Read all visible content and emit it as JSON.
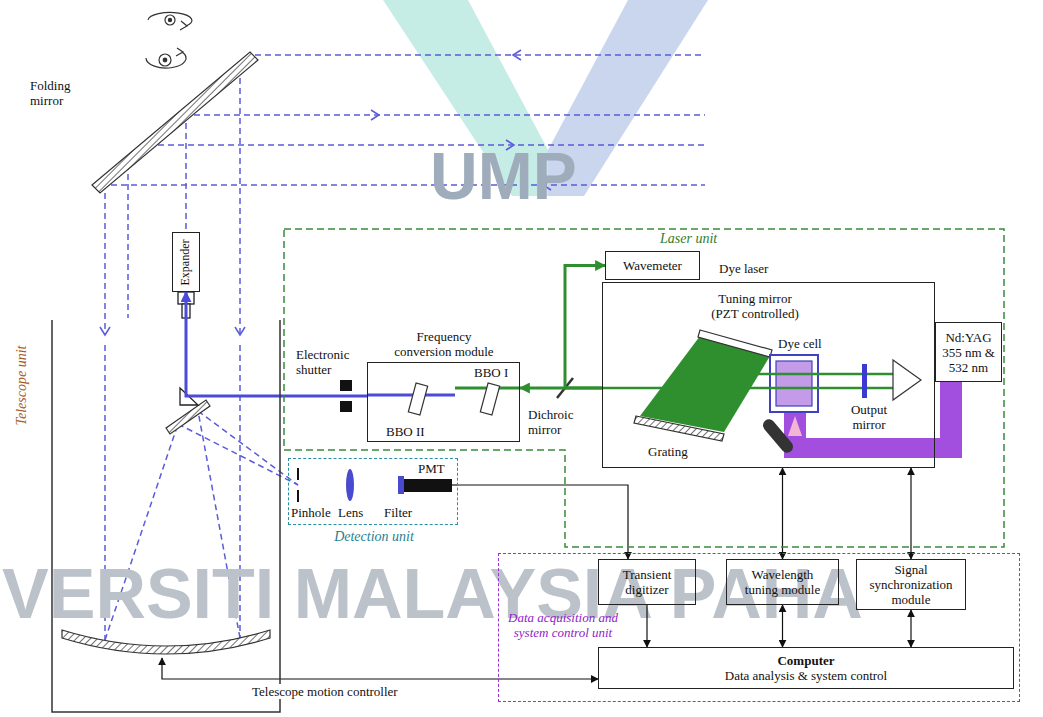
{
  "diagram": {
    "nodes": [
      {
        "text": [
          "Expander"
        ]
      },
      {
        "text": [
          "Telescope unit"
        ]
      },
      {
        "text": [
          "Laser unit"
        ]
      },
      {
        "text": [
          "Wavemeter"
        ],
        "in": 2
      },
      {
        "text": [
          "Dye laser"
        ],
        "in": 2
      },
      {
        "text": [
          "Frequency conversion module"
        ],
        "in": 2
      },
      {
        "text": [
          "Nd:YAG 355 nm & 532 nm"
        ],
        "in": 2
      },
      {
        "text": [
          "Detection unit"
        ]
      },
      {
        "text": [
          "Data acquisition and system control unit"
        ]
      },
      {
        "text": [
          "Transient digitizer"
        ],
        "in": 8
      },
      {
        "text": [
          "Wavelength tuning module"
        ],
        "in": 8
      },
      {
        "text": [
          "Signal synchronization module"
        ],
        "in": 8
      },
      {
        "text": [
          "Computer",
          "Data analysis & system control"
        ],
        "in": 8
      }
    ],
    "edges": [
      {
        "from": 12,
        "to": 1,
        "arrow": "both",
        "label": "Telescope motion controller"
      },
      {
        "from": 7,
        "to": 9,
        "arrow": "to"
      },
      {
        "from": 9,
        "to": 12,
        "arrow": "to"
      },
      {
        "from": 10,
        "to": 12,
        "arrow": "both"
      },
      {
        "from": 11,
        "to": 12,
        "arrow": "both"
      },
      {
        "from": 10,
        "to": 4,
        "arrow": "both"
      },
      {
        "from": 11,
        "to": 4,
        "arrow": "both"
      },
      {
        "from": 4,
        "to": 3,
        "arrow": "to"
      },
      {
        "from": 4,
        "to": 5,
        "arrow": "to"
      },
      {
        "from": 5,
        "to": 0,
        "arrow": "to"
      }
    ],
    "labels": [
      "Folding mirror",
      "Electronic shutter",
      "BBO I",
      "BBO II",
      "Dichroic mirror",
      "Tuning mirror (PZT controlled)",
      "Dye cell",
      "Grating",
      "Output mirror",
      "Pinhole",
      "Lens",
      "Filter",
      "PMT",
      "UMP",
      "VERSITI MALAYSIA PAHA"
    ]
  }
}
